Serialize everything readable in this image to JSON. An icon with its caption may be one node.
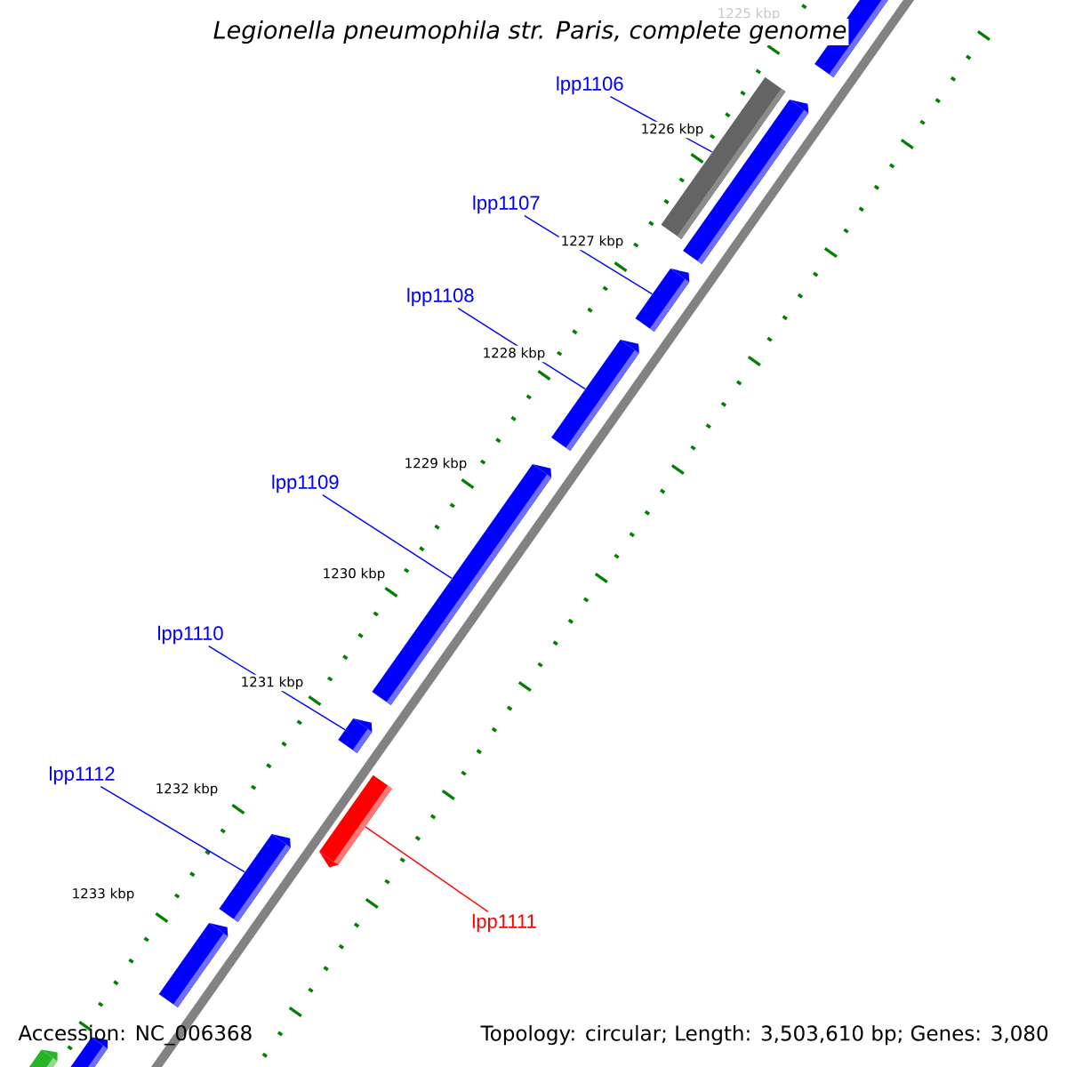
{
  "diagram": {
    "title": "Legionella pneumophila str. Paris, complete genome",
    "nodes": [
      {
        "text": [
          "lpp1106"
        ]
      },
      {
        "text": [
          "lpp1107"
        ]
      },
      {
        "text": [
          "lpp1108"
        ]
      },
      {
        "text": [
          "lpp1109"
        ]
      },
      {
        "text": [
          "lpp1110"
        ]
      },
      {
        "text": [
          "lpp1112"
        ]
      },
      {
        "text": [
          "lpp1111"
        ]
      },
      {
        "text": [],
        "shape": "bar"
      },
      {
        "text": [],
        "shape": "bar"
      },
      {
        "text": [],
        "shape": "bar"
      },
      {
        "text": [],
        "shape": "bar"
      },
      {
        "text": [],
        "shape": "bar"
      },
      {
        "text": [],
        "shape": "bar"
      },
      {
        "text": [],
        "shape": "bar"
      },
      {
        "text": [],
        "shape": "bar"
      },
      {
        "text": [],
        "shape": "bar"
      },
      {
        "text": [],
        "shape": "bar"
      },
      {
        "text": [],
        "shape": "bar"
      },
      {
        "text": [],
        "shape": "bar"
      }
    ],
    "edges": [
      {
        "from": 0,
        "to": 8,
        "arrow": "none"
      },
      {
        "from": 1,
        "to": 10,
        "arrow": "none"
      },
      {
        "from": 2,
        "to": 11,
        "arrow": "none"
      },
      {
        "from": 3,
        "to": 12,
        "arrow": "none"
      },
      {
        "from": 4,
        "to": 13,
        "arrow": "none"
      },
      {
        "from": 5,
        "to": 15,
        "arrow": "none"
      },
      {
        "from": 6,
        "to": 14,
        "arrow": "none",
        "color": "#ff0000"
      }
    ],
    "labels": [
      "1225 kbp",
      "1226 kbp",
      "1227 kbp",
      "1228 kbp",
      "1229 kbp",
      "1230 kbp",
      "1231 kbp",
      "1232 kbp",
      "1233 kbp",
      "Accession: NC_006368",
      "Topology: circular; Length: 3,503,610 bp; Genes: 3,080"
    ]
  }
}
